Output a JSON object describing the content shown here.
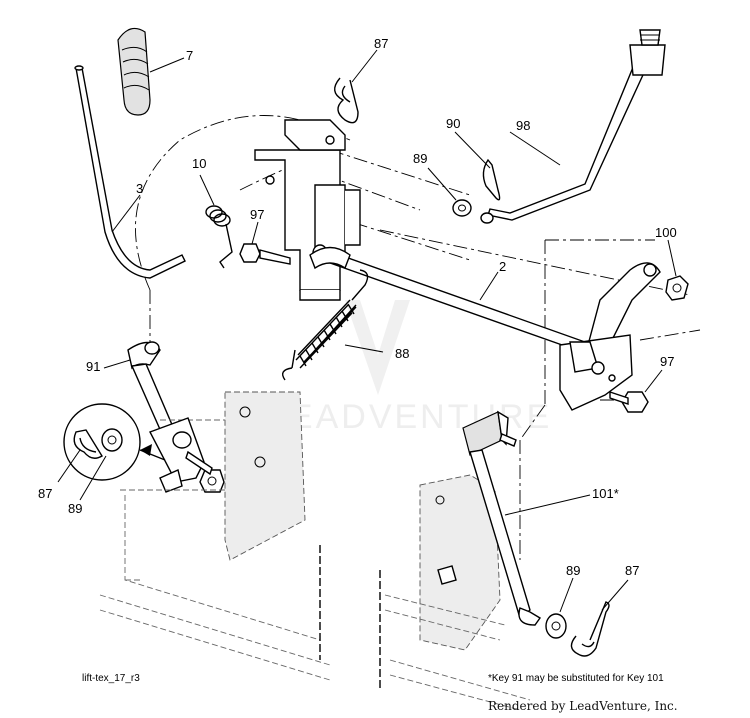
{
  "diagram": {
    "drawing_id": "lift-tex_17_r3",
    "footnote": "*Key 91 may be substituted for Key 101",
    "credit": "Rendered by LeadVenture, Inc.",
    "watermark": "LEADVENTURE"
  },
  "callouts": {
    "c7": "7",
    "c87_top": "87",
    "c3": "3",
    "c10": "10",
    "c97_left": "97",
    "c90": "90",
    "c98": "98",
    "c89_top": "89",
    "c100": "100",
    "c2": "2",
    "c88": "88",
    "c91": "91",
    "c97_right": "97",
    "c87_left": "87",
    "c89_left": "89",
    "c101": "101*",
    "c89_bottom": "89",
    "c87_bottom": "87"
  }
}
